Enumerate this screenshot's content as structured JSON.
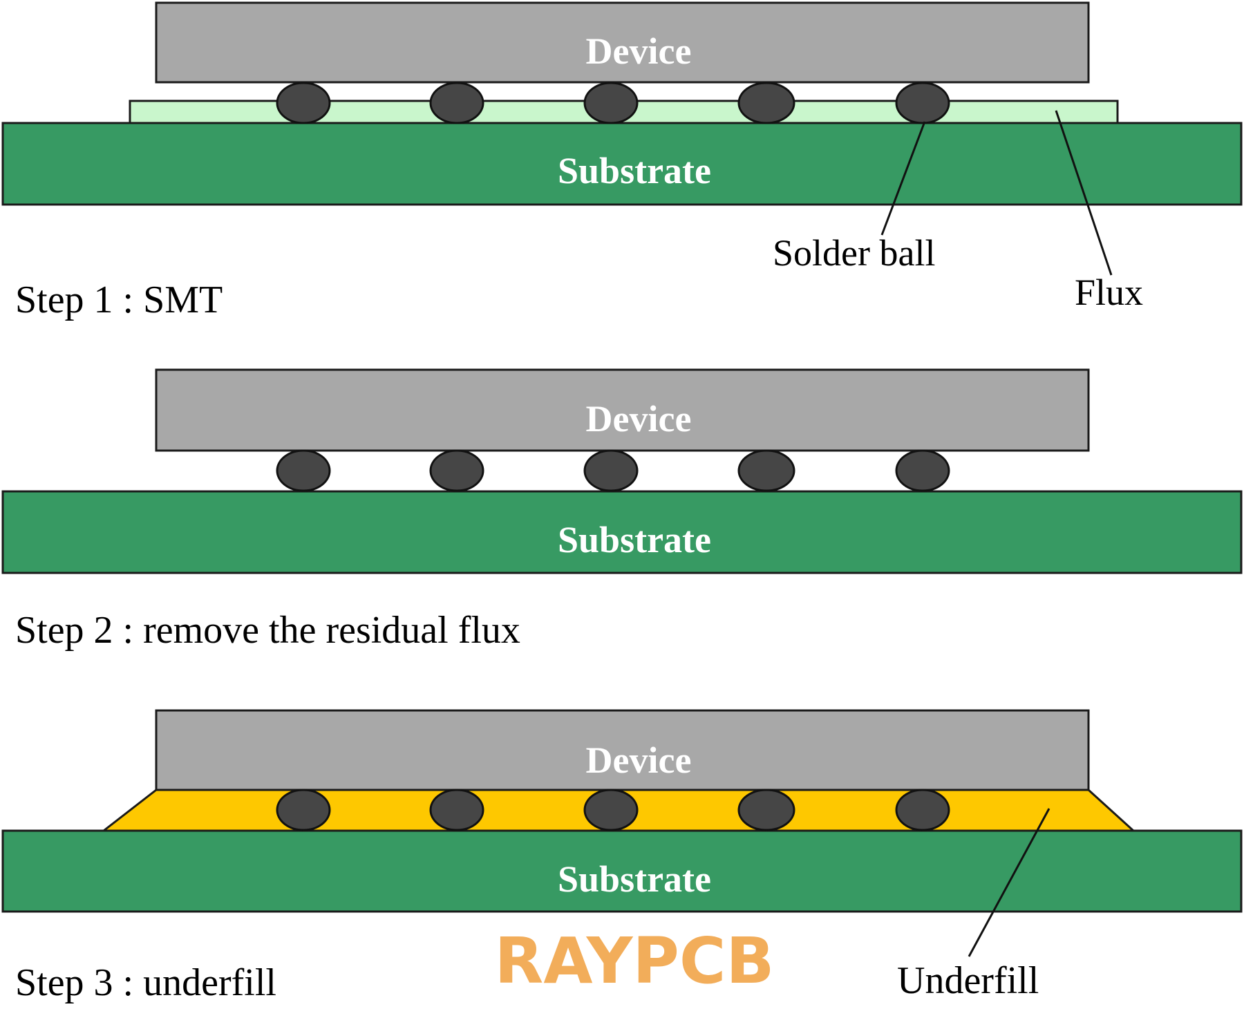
{
  "colors": {
    "device": "#a8a8a8",
    "substrate": "#379a63",
    "flux": "#c9f6cc",
    "solder": "#464646",
    "underfill": "#fec800",
    "outline": "#1a1a1a",
    "watermark": "#f2ad5a"
  },
  "steps": [
    {
      "device_label": "Device",
      "substrate_label": "Substrate",
      "step_label": "Step 1 : SMT",
      "callouts": {
        "solder": "Solder ball",
        "flux": "Flux"
      }
    },
    {
      "device_label": "Device",
      "substrate_label": "Substrate",
      "step_label": "Step 2 : remove the residual flux"
    },
    {
      "device_label": "Device",
      "substrate_label": "Substrate",
      "step_label": "Step 3 : underfill",
      "callouts": {
        "underfill": "Underfill"
      }
    }
  ],
  "watermark": "RAYPCB"
}
